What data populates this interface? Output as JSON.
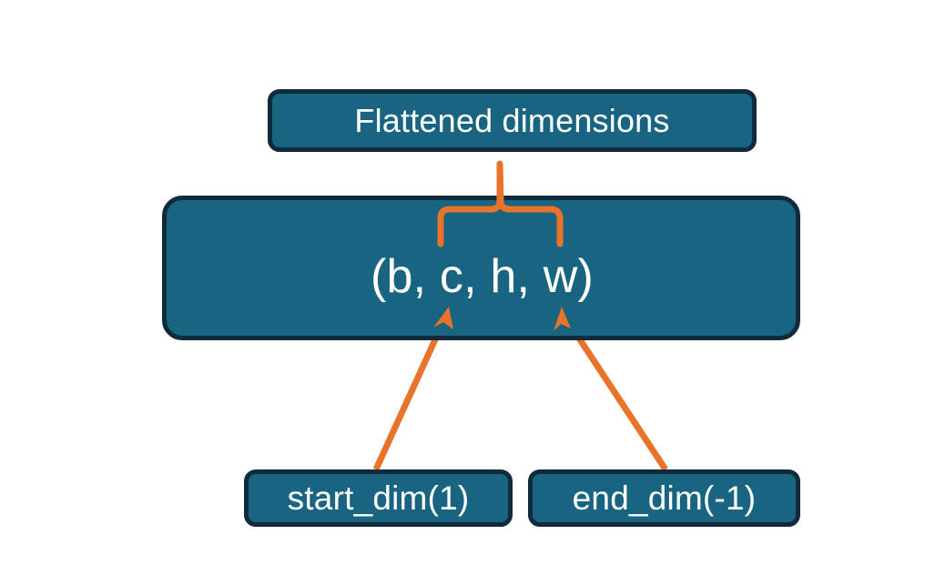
{
  "diagram": {
    "title_node": {
      "label": "Flattened dimensions"
    },
    "shape_node": {
      "label": "(b, c, h, w)"
    },
    "arg_nodes": [
      {
        "label": "start_dim(1)"
      },
      {
        "label": "end_dim(-1)"
      }
    ],
    "colors": {
      "node_fill": "#196480",
      "node_border": "#112a3c",
      "node_text": "#ffffff",
      "connector": "#e8742c",
      "background": "#ffffff"
    },
    "connectors": {
      "brace": {
        "name": "curly-brace-over-h-w",
        "spans_labels": "h, w"
      },
      "arrows": [
        {
          "name": "start-dim-arrow",
          "points_to": "c"
        },
        {
          "name": "end-dim-arrow",
          "points_to": "w"
        }
      ]
    }
  }
}
